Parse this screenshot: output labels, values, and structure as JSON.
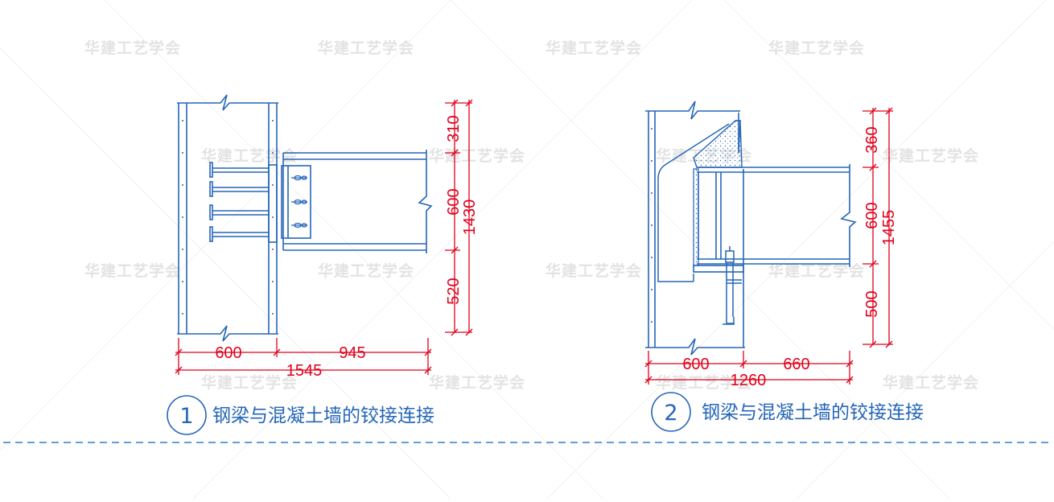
{
  "watermark": {
    "text": "华建工艺学会",
    "color": "#e3e3e3"
  },
  "colors": {
    "structure": "#2566b7",
    "dimension": "#e0001b",
    "divider": "#2f7fd0"
  },
  "detail_1": {
    "number": "1",
    "caption": "钢梁与混凝土墙的铰接连接",
    "dims": {
      "top": "310",
      "mid": "600",
      "total": "1430",
      "bottom": "520",
      "wall": "600",
      "beam": "945",
      "overall": "1545"
    }
  },
  "detail_2": {
    "number": "2",
    "caption": "钢梁与混凝土墙的铰接连接",
    "dims": {
      "top": "360",
      "mid": "600",
      "total": "1455",
      "bottom": "500",
      "wall": "600",
      "beam": "660",
      "overall": "1260"
    }
  }
}
